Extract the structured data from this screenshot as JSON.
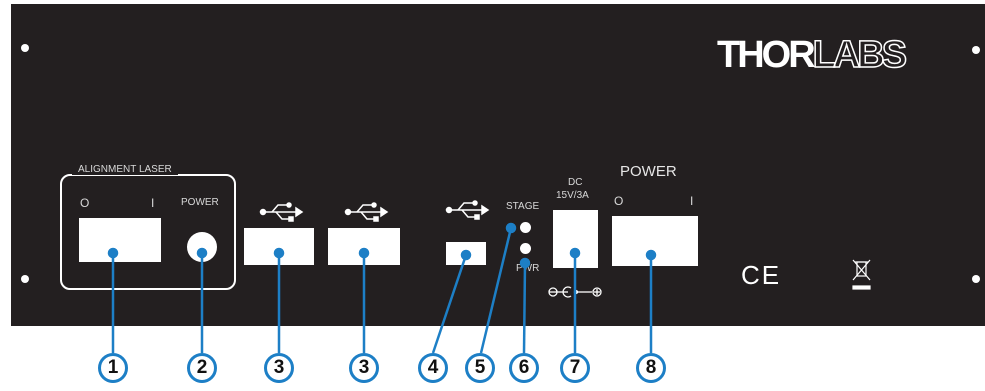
{
  "brand": {
    "logo_part1": "THOR",
    "logo_part2": "LABS"
  },
  "alignment_laser": {
    "title": "ALIGNMENT LASER",
    "off_symbol": "O",
    "on_symbol": "I",
    "power_label": "POWER"
  },
  "stage_label": "STAGE",
  "pwr_label": "PWR",
  "dc_label_line1": "DC",
  "dc_label_line2": "15V/3A",
  "main_power": {
    "title": "POWER",
    "off_symbol": "O",
    "on_symbol": "I"
  },
  "ce_mark": "CE",
  "callouts": [
    "1",
    "2",
    "3",
    "3",
    "4",
    "5",
    "6",
    "7",
    "8"
  ],
  "colors": {
    "panel": "#231f20",
    "callout_ring": "#1d7fc6",
    "leader": "#1d7fc6"
  },
  "icons": [
    "usb-icon",
    "usb-icon",
    "usb-icon",
    "dc-polarity-icon",
    "weee-bin-icon"
  ]
}
